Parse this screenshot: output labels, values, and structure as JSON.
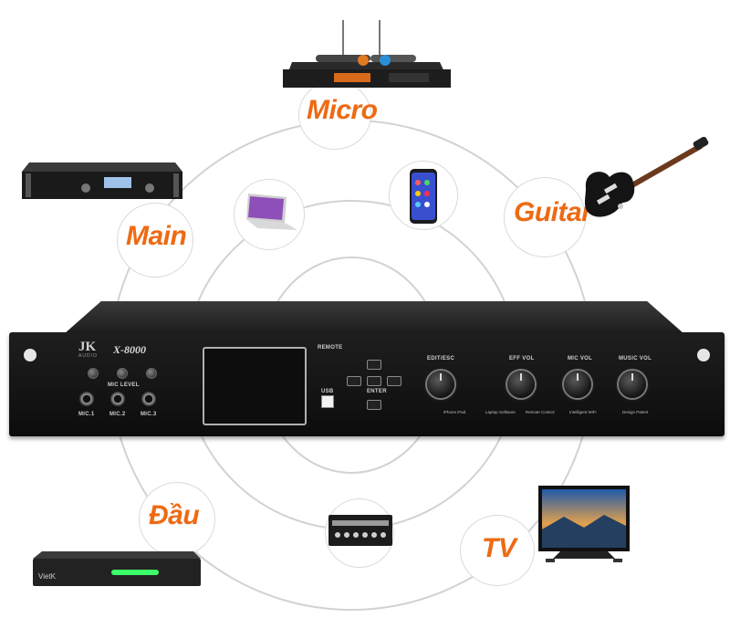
{
  "labels": {
    "micro": "Micro",
    "main": "Main",
    "guitar": "Guitar",
    "dau": "Đầu",
    "tv": "TV"
  },
  "mixer": {
    "brand": "JK",
    "brand_sub": "AUDIO",
    "model": "X-8000",
    "remote": "REMOTE",
    "usb": "USB",
    "mic_level": "MIC LEVEL",
    "mic_inputs": [
      "MIC.1",
      "MIC.2",
      "MIC.3"
    ],
    "enter": "ENTER",
    "knobs": [
      "EDIT/ESC",
      "EFF VOL",
      "MIC VOL",
      "MUSIC VOL"
    ],
    "features": [
      "iPhone iPad",
      "Laptop Software",
      "Remote Control",
      "Intelligent WiFi",
      "Design Patent"
    ]
  },
  "devices": {
    "receiver_brand": "VietK"
  },
  "colors": {
    "label": "#ee6a12",
    "orbit": "#cfcfcf",
    "panel": "#141414"
  }
}
